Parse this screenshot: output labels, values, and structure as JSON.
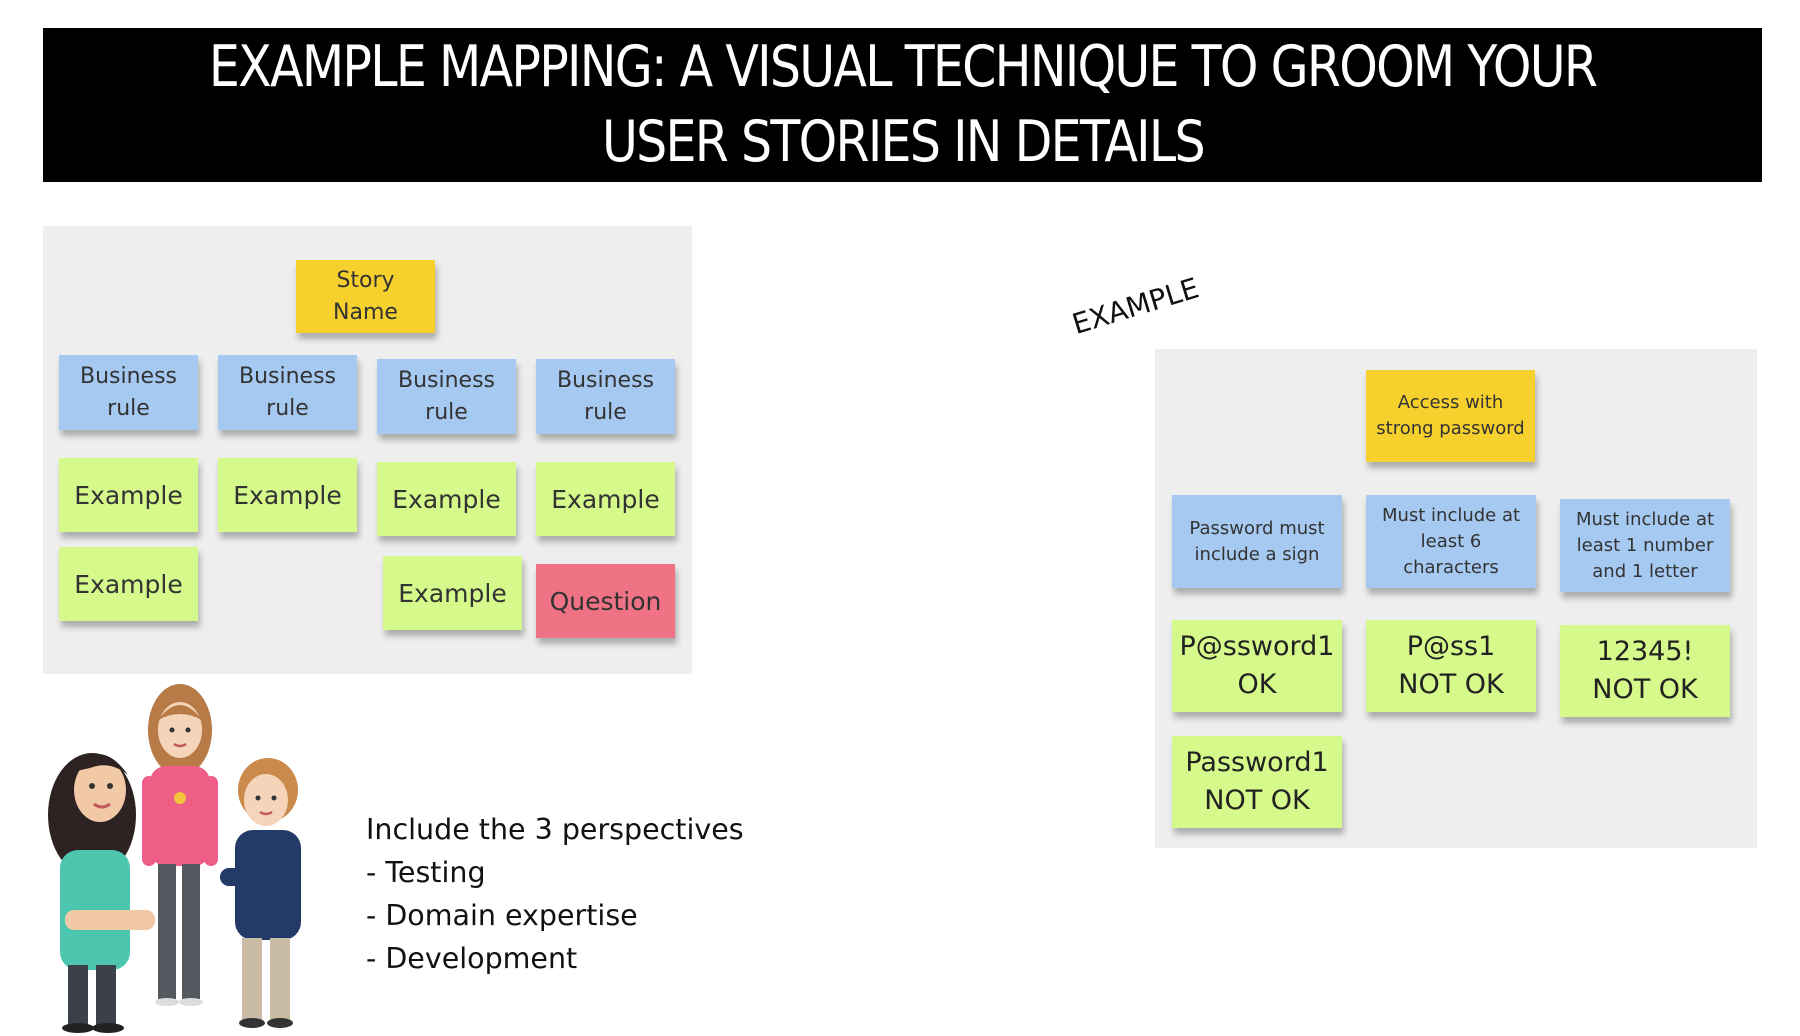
{
  "title": {
    "line1": "EXAMPLE MAPPING: A VISUAL TECHNIQUE TO GROOM YOUR",
    "line2": "USER STORIES IN DETAILS"
  },
  "template_board": {
    "story": [
      "Story",
      "Name"
    ],
    "rules": [
      [
        "Business",
        "rule"
      ],
      [
        "Business",
        "rule"
      ],
      [
        "Business",
        "rule"
      ],
      [
        "Business",
        "rule"
      ]
    ],
    "examples": [
      "Example",
      "Example",
      "Example",
      "Example",
      "Example",
      "Example"
    ],
    "question": "Question"
  },
  "example_label": "EXAMPLE",
  "example_board": {
    "story": [
      "Access with",
      "strong password"
    ],
    "rules": [
      [
        "Password must",
        "include a sign"
      ],
      [
        "Must include at",
        "least 6",
        "characters"
      ],
      [
        "Must include at",
        "least 1 number",
        "and 1 letter"
      ]
    ],
    "examples": [
      [
        "P@ssword1",
        "OK"
      ],
      [
        "P@ss1",
        "NOT OK"
      ],
      [
        "12345!",
        "NOT OK"
      ],
      [
        "Password1",
        "NOT OK"
      ]
    ]
  },
  "perspectives": {
    "heading": "Include the 3 perspectives",
    "items": [
      "- Testing",
      "- Domain expertise",
      "- Development"
    ]
  },
  "colors": {
    "story": "#f6d12d",
    "rule": "#a6c9f1",
    "example": "#d5f98a",
    "question": "#ef7385",
    "board": "#eeeeee"
  }
}
